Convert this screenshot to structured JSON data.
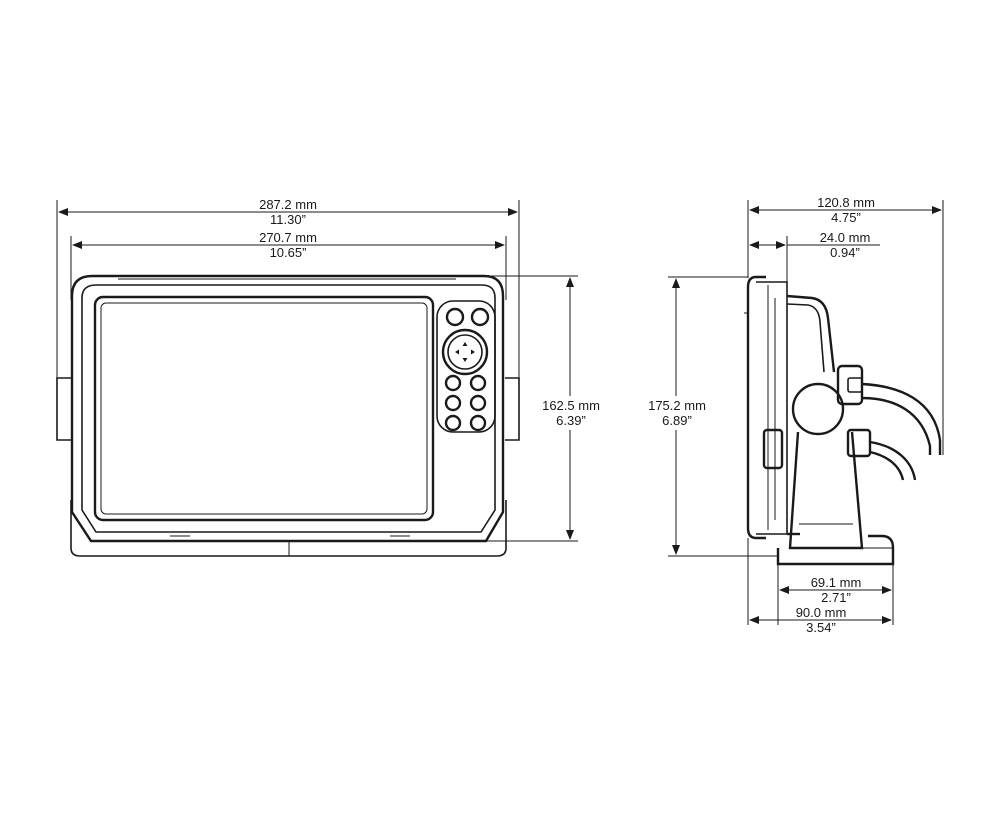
{
  "front_view": {
    "overall_width": {
      "mm": "287.2 mm",
      "in": "11.30”"
    },
    "unit_width": {
      "mm": "270.7 mm",
      "in": "10.65”"
    },
    "unit_height": {
      "mm": "162.5 mm",
      "in": "6.39”"
    }
  },
  "side_view": {
    "overall_depth": {
      "mm": "120.8 mm",
      "in": "4.75”"
    },
    "front_depth": {
      "mm": "24.0 mm",
      "in": "0.94”"
    },
    "overall_height": {
      "mm": "175.2 mm",
      "in": "6.89”"
    },
    "mount_base_depth": {
      "mm": "69.1 mm",
      "in": "2.71”"
    },
    "mount_overall_depth": {
      "mm": "90.0 mm",
      "in": "3.54”"
    }
  }
}
